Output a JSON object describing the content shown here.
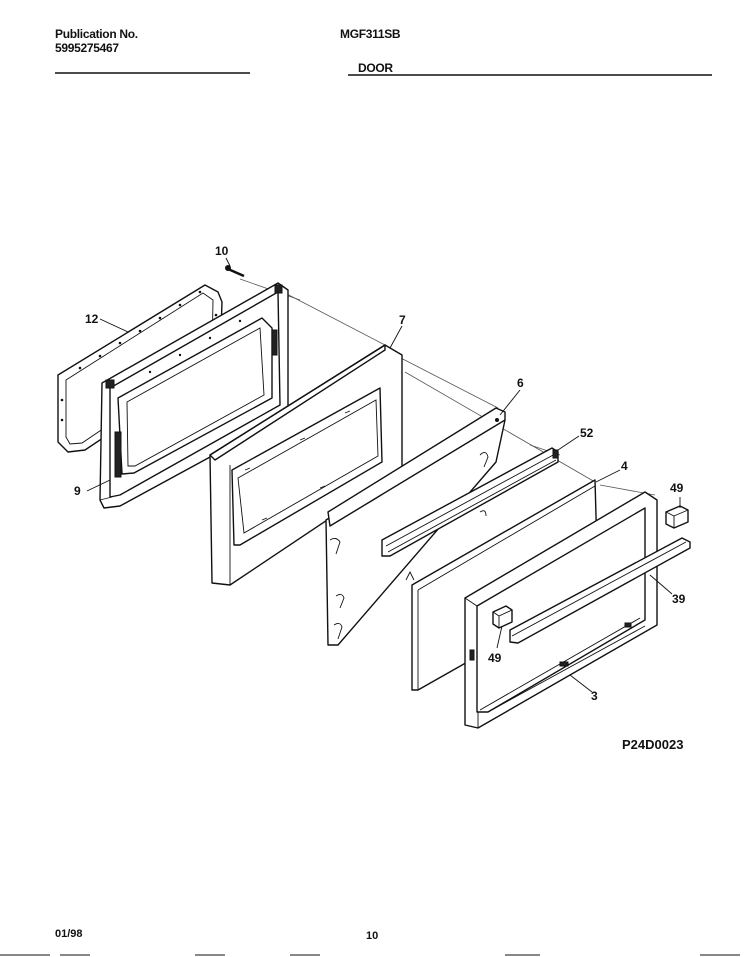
{
  "header": {
    "publication_label": "Publication No.",
    "publication_number": "5995275467",
    "model": "MGF311SB",
    "section": "DOOR"
  },
  "diagram": {
    "code": "P24D0023",
    "callouts": {
      "p10": "10",
      "p12": "12",
      "p7": "7",
      "p6": "6",
      "p52": "52",
      "p4": "4",
      "p49a": "49",
      "p39": "39",
      "p49b": "49",
      "p3": "3",
      "p9": "9"
    }
  },
  "footer": {
    "date": "01/98",
    "page": "10"
  }
}
